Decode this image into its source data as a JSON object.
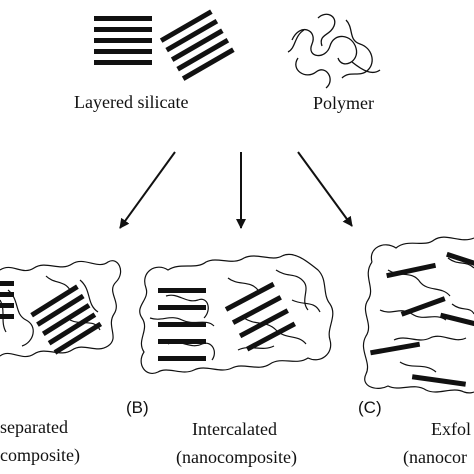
{
  "top": {
    "layered_label": "Layered silicate",
    "polymer_label": "Polymer"
  },
  "panels": {
    "a": {
      "line1": "separated",
      "line2": "composite)"
    },
    "b": {
      "tag": "(B)",
      "line1": "Intercalated",
      "line2": "(nanocomposite)"
    },
    "c": {
      "tag": "(C)",
      "line1": "Exfol",
      "line2": "(nanocor"
    }
  },
  "colors": {
    "ink": "#111111",
    "background": "#ffffff"
  }
}
